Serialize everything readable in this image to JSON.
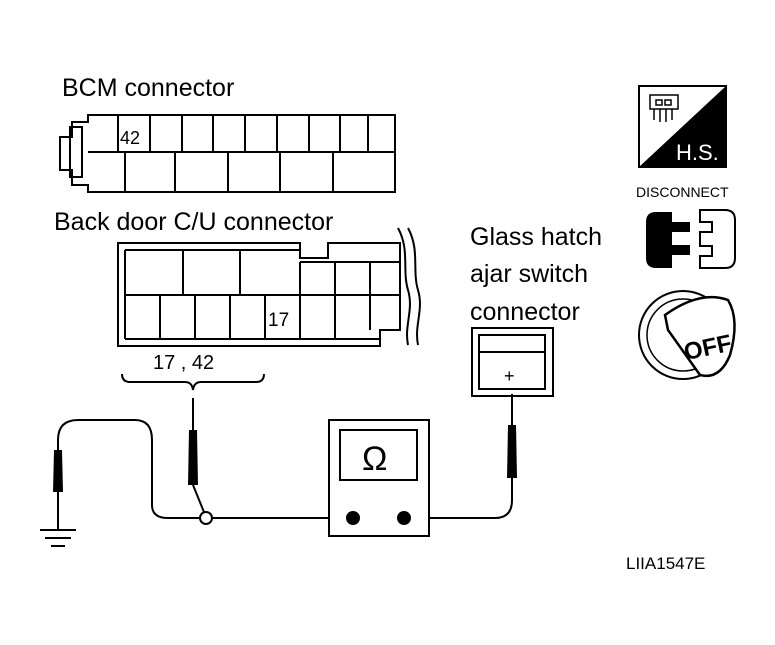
{
  "labels": {
    "bcm_connector": "BCM connector",
    "back_door_connector": "Back door C/U connector",
    "glass_hatch_line1": "Glass hatch",
    "glass_hatch_line2": "ajar switch",
    "glass_hatch_line3": "connector",
    "terminal_bcm": "42",
    "terminal_backdoor": "17",
    "probe_terminals": "17 , 42",
    "plus_terminal": "+",
    "ohm_symbol": "Ω",
    "hs_badge": "H.S.",
    "disconnect": "DISCONNECT",
    "off_key": "OFF",
    "figure_id": "LIIA1547E"
  },
  "icons": {
    "hs": "harness-sheet-icon",
    "disconnect": "disconnect-connector-icon",
    "ignition": "ignition-off-icon",
    "ground": "ground-icon",
    "meter": "ohmmeter-icon"
  }
}
